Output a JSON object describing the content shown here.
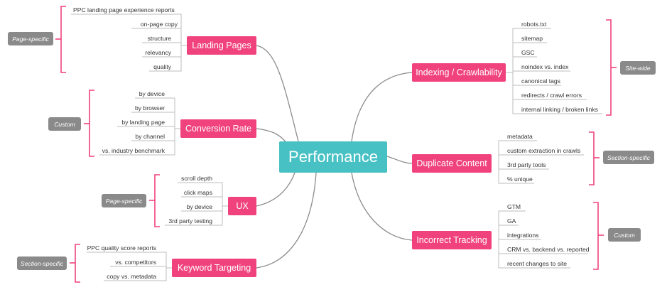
{
  "center": {
    "label": "Performance"
  },
  "branches": {
    "landing_pages": {
      "label": "Landing Pages",
      "tag": "Page-specific",
      "items": [
        "PPC landing page experience reports",
        "on-page copy",
        "structure",
        "relevancy",
        "quality"
      ]
    },
    "conversion_rate": {
      "label": "Conversion Rate",
      "tag": "Custom",
      "items": [
        "by device",
        "by browser",
        "by landing page",
        "by channel",
        "vs. industry benchmark"
      ]
    },
    "ux": {
      "label": "UX",
      "tag": "Page-specific",
      "items": [
        "scroll depth",
        "click maps",
        "by device",
        "3rd party testing"
      ]
    },
    "keyword_targeting": {
      "label": "Keyword Targeting",
      "tag": "Section-specific",
      "items": [
        "PPC quality score reports",
        "vs. competitors",
        "copy vs. metadata"
      ]
    },
    "indexing": {
      "label": "Indexing / Crawlability",
      "tag": "Site-wide",
      "items": [
        "robots.txt",
        "sitemap",
        "GSC",
        "noindex vs. index",
        "canonical tags",
        "redirects / crawl errors",
        "internal linking / broken links"
      ]
    },
    "duplicate_content": {
      "label": "Duplicate Content",
      "tag": "Section-specific",
      "items": [
        "metadata",
        "custom extraction in crawls",
        "3rd party tools",
        "% unique"
      ]
    },
    "incorrect_tracking": {
      "label": "Incorrect Tracking",
      "tag": "Custom",
      "items": [
        "GTM",
        "GA",
        "integrations",
        "CRM vs. backend vs. reported",
        "recent changes to site"
      ]
    }
  },
  "colors": {
    "center": "#48c1c4",
    "branch": "#f0427d",
    "tag": "#8a8a8a",
    "line": "#8c8c8c",
    "bracket": "#f0427d"
  }
}
